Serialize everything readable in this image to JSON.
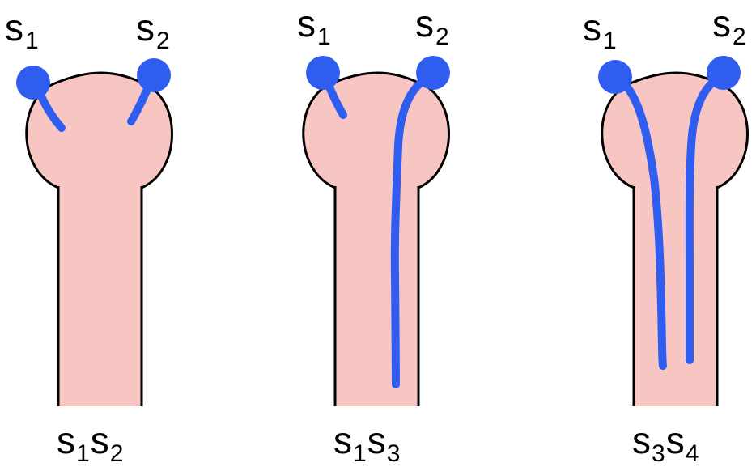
{
  "colors": {
    "style": "#f8c6c2",
    "pollen": "#2f5df0",
    "outline": "#000000"
  },
  "panels": [
    {
      "grains": [
        {
          "letter": "s",
          "sub": "1"
        },
        {
          "letter": "s",
          "sub": "2"
        }
      ],
      "genotype": [
        {
          "letter": "s",
          "sub": "1"
        },
        {
          "letter": "s",
          "sub": "2"
        }
      ]
    },
    {
      "grains": [
        {
          "letter": "s",
          "sub": "1"
        },
        {
          "letter": "s",
          "sub": "2"
        }
      ],
      "genotype": [
        {
          "letter": "s",
          "sub": "1"
        },
        {
          "letter": "s",
          "sub": "3"
        }
      ]
    },
    {
      "grains": [
        {
          "letter": "s",
          "sub": "1"
        },
        {
          "letter": "s",
          "sub": "2"
        }
      ],
      "genotype": [
        {
          "letter": "s",
          "sub": "3"
        },
        {
          "letter": "s",
          "sub": "4"
        }
      ]
    }
  ]
}
